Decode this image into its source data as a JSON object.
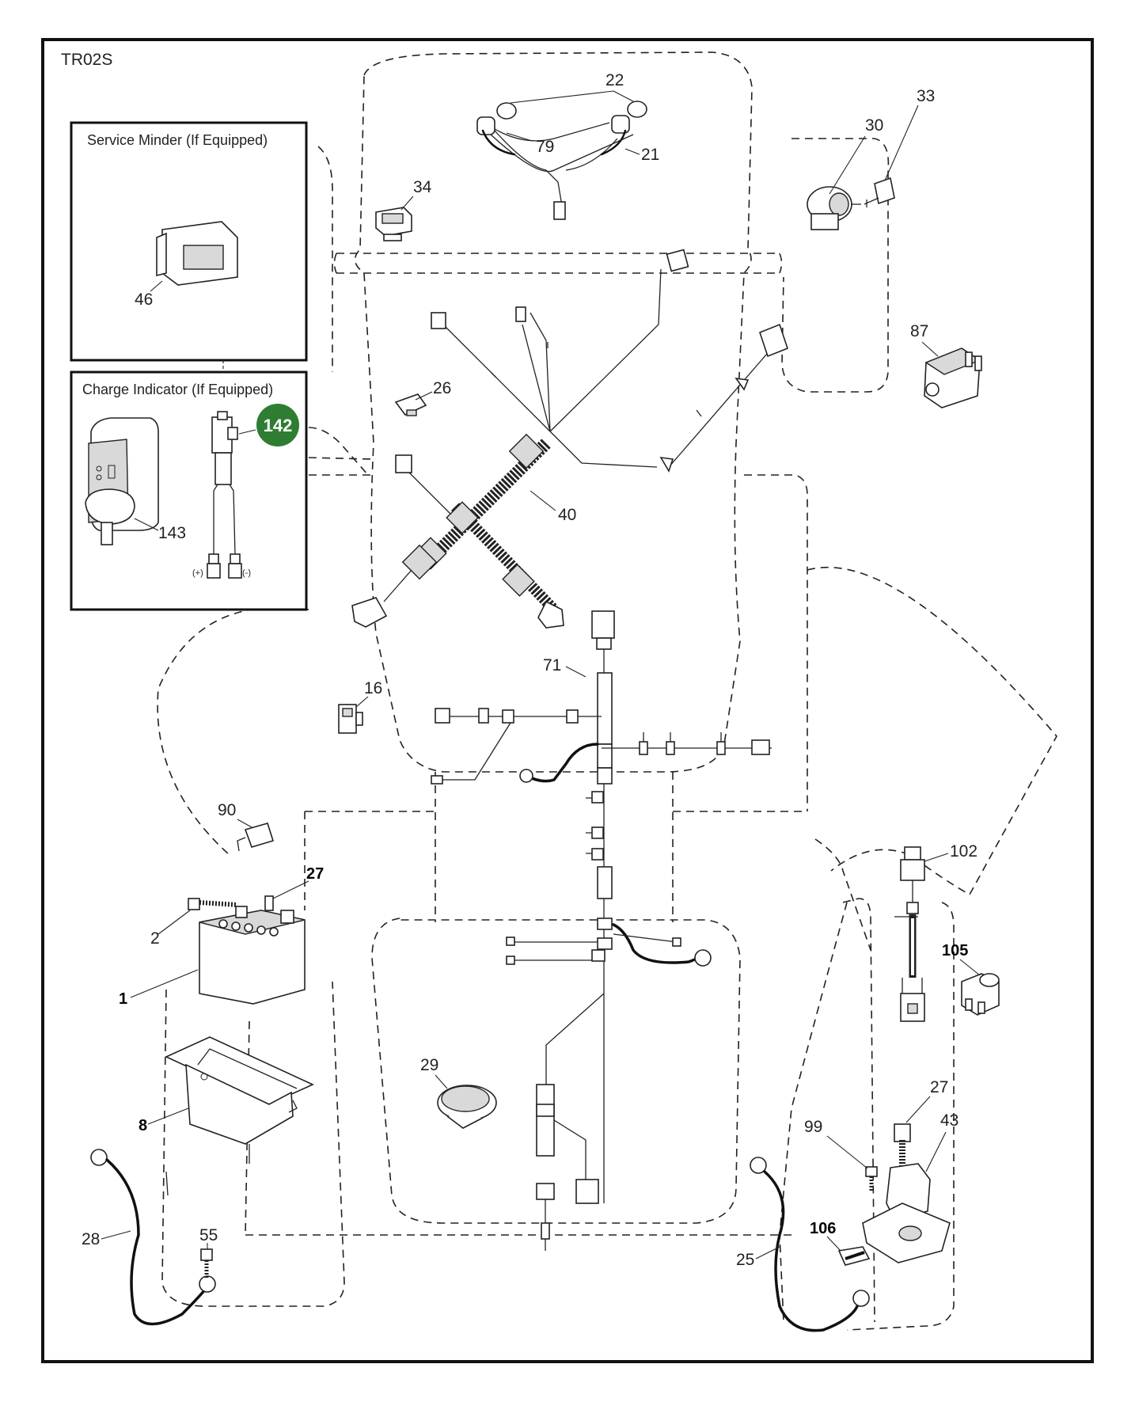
{
  "diagram_id": "TR02S",
  "boxes": {
    "service_minder": "Service Minder (If Equipped)",
    "charge_indicator": "Charge Indicator (If Equipped)"
  },
  "polarity": {
    "positive": "(+)",
    "negative": "(-)"
  },
  "highlight": {
    "label": "142",
    "color": "#2e7d32"
  },
  "callouts": {
    "p22": "22",
    "p21": "21",
    "p79": "79",
    "p34": "34",
    "p30": "30",
    "p33": "33",
    "p87": "87",
    "p46": "46",
    "p26": "26",
    "p40": "40",
    "p143": "143",
    "p71": "71",
    "p16": "16",
    "p90": "90",
    "p27a": "27",
    "p2": "2",
    "p1": "1",
    "p8": "8",
    "p28": "28",
    "p55": "55",
    "p29": "29",
    "p102": "102",
    "p105": "105",
    "p27b": "27",
    "p43": "43",
    "p99": "99",
    "p106": "106",
    "p25": "25"
  }
}
